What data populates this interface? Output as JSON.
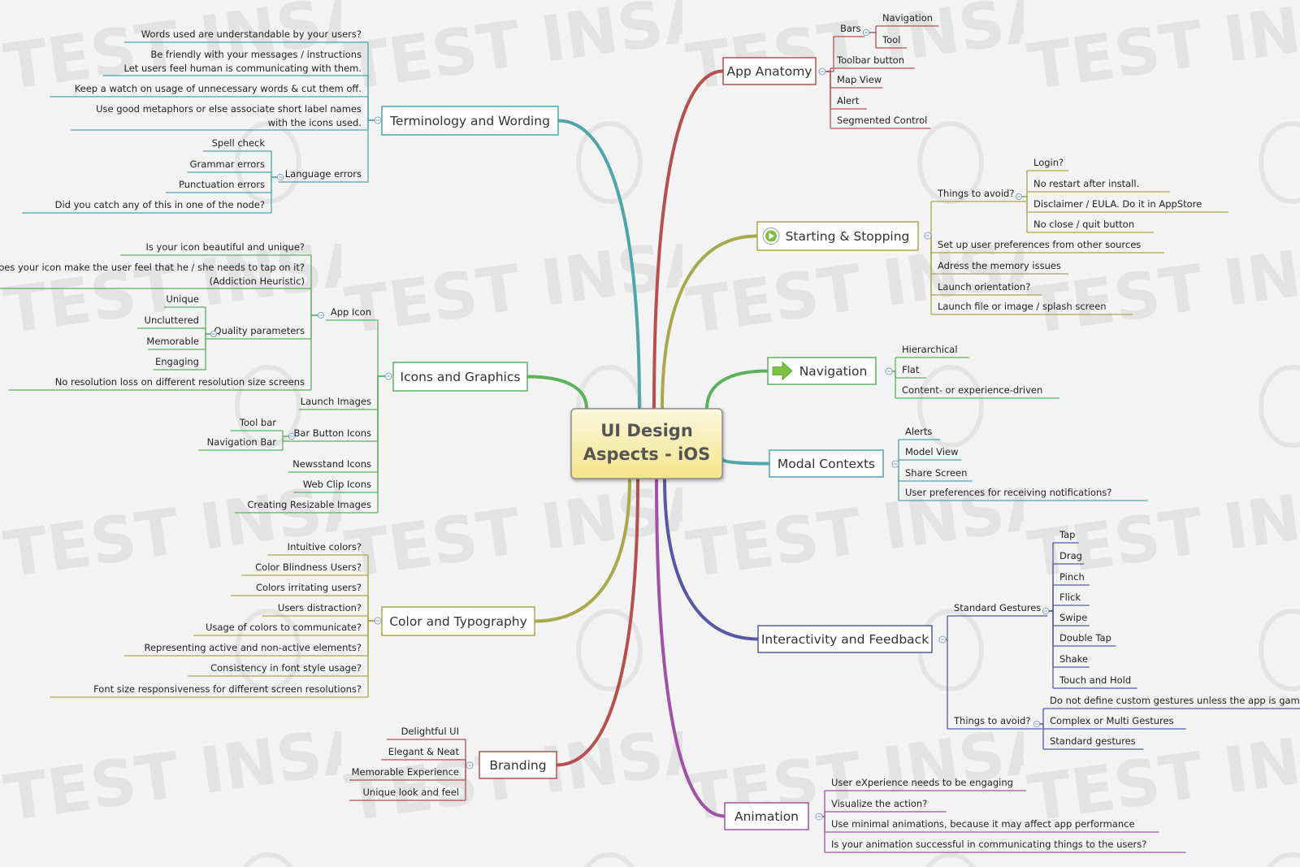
{
  "center": {
    "line1": "UI Design",
    "line2": "Aspects - iOS"
  },
  "branches": [
    {
      "id": "app-anatomy",
      "label": "App Anatomy",
      "color": "#b5504e",
      "children": [
        {
          "label": "Bars",
          "children": [
            {
              "label": "Navigation"
            },
            {
              "label": "Tool"
            }
          ]
        },
        {
          "label": "Toolbar button"
        },
        {
          "label": "Map View"
        },
        {
          "label": "Alert"
        },
        {
          "label": "Segmented Control"
        }
      ]
    },
    {
      "id": "starting-stopping",
      "label": "Starting & Stopping",
      "color": "#aaa84c",
      "icon": "play-icon",
      "children": [
        {
          "label": "Things to avoid?",
          "children": [
            {
              "label": "Login?"
            },
            {
              "label": "No restart after install."
            },
            {
              "label": "Disclaimer / EULA. Do it in AppStore"
            },
            {
              "label": "No close / quit button"
            }
          ]
        },
        {
          "label": "Set up user preferences from other sources"
        },
        {
          "label": "Adress the memory issues"
        },
        {
          "label": "Launch orientation?"
        },
        {
          "label": "Launch file or image / splash screen"
        }
      ]
    },
    {
      "id": "navigation",
      "label": "Navigation",
      "color": "#5cb15c",
      "icon": "arrow-right-icon",
      "children": [
        {
          "label": "Hierarchical"
        },
        {
          "label": "Flat"
        },
        {
          "label": "Content- or experience-driven"
        }
      ]
    },
    {
      "id": "modal-contexts",
      "label": "Modal Contexts",
      "color": "#4fa5aa",
      "children": [
        {
          "label": "Alerts"
        },
        {
          "label": "Model View"
        },
        {
          "label": "Share Screen"
        },
        {
          "label": "User preferences for receiving notifications?"
        }
      ]
    },
    {
      "id": "interactivity-feedback",
      "label": "Interactivity and Feedback",
      "color": "#5459a7",
      "children": [
        {
          "label": "Standard Gestures",
          "children": [
            {
              "label": "Tap"
            },
            {
              "label": "Drag"
            },
            {
              "label": "Pinch"
            },
            {
              "label": "Flick"
            },
            {
              "label": "Swipe"
            },
            {
              "label": "Double Tap"
            },
            {
              "label": "Shake"
            },
            {
              "label": "Touch and Hold"
            }
          ]
        },
        {
          "label": "Things to avoid?",
          "children": [
            {
              "label": "Do not define custom gestures unless the app is game"
            },
            {
              "label": "Complex or Multi Gestures"
            },
            {
              "label": "Standard gestures"
            }
          ]
        }
      ]
    },
    {
      "id": "animation",
      "label": "Animation",
      "color": "#a052a6",
      "children": [
        {
          "label": "User eXperience needs to be engaging"
        },
        {
          "label": "Visualize the action?"
        },
        {
          "label": "Use minimal animations, because it may affect app performance"
        },
        {
          "label": "Is your animation successful in communicating things to the users?"
        }
      ]
    },
    {
      "id": "terminology-wording",
      "label": "Terminology and Wording",
      "color": "#4fa5aa",
      "children": [
        {
          "label": "Words used are understandable by your users?"
        },
        {
          "label": "Be friendly with your messages / instructions",
          "label2": "Let users feel human is communicating with them."
        },
        {
          "label": "Keep a watch on usage of unnecessary words & cut them off."
        },
        {
          "label": "Use good metaphors or else associate short label names",
          "label2": "with the icons used."
        },
        {
          "label": "Language errors",
          "children": [
            {
              "label": "Spell check"
            },
            {
              "label": "Grammar errors"
            },
            {
              "label": "Punctuation errors"
            },
            {
              "label": "Did you catch any of this in one of the node?"
            }
          ]
        }
      ]
    },
    {
      "id": "icons-graphics",
      "label": "Icons and Graphics",
      "color": "#5cb15c",
      "children": [
        {
          "label": "App Icon",
          "children": [
            {
              "label": "Is your icon beautiful and unique?"
            },
            {
              "label": "Does your icon make the user feel that he / she needs to tap on it?",
              "label2": "(Addiction Heuristic)"
            },
            {
              "label": "Quality parameters",
              "children": [
                {
                  "label": "Unique"
                },
                {
                  "label": "Uncluttered"
                },
                {
                  "label": "Memorable"
                },
                {
                  "label": "Engaging"
                }
              ]
            },
            {
              "label": "No resolution loss on different resolution size screens"
            }
          ]
        },
        {
          "label": "Launch Images"
        },
        {
          "label": "Bar Button Icons",
          "children": [
            {
              "label": "Tool bar"
            },
            {
              "label": "Navigation Bar"
            }
          ]
        },
        {
          "label": "Newsstand Icons"
        },
        {
          "label": "Web Clip Icons"
        },
        {
          "label": "Creating Resizable Images"
        }
      ]
    },
    {
      "id": "color-typography",
      "label": "Color and Typography",
      "color": "#aaa84c",
      "children": [
        {
          "label": "Intuitive colors?"
        },
        {
          "label": "Color Blindness Users?"
        },
        {
          "label": "Colors irritating users?"
        },
        {
          "label": "Users distraction?"
        },
        {
          "label": "Usage of colors to communicate?"
        },
        {
          "label": "Representing active and non-active elements?"
        },
        {
          "label": "Consistency in font style usage?"
        },
        {
          "label": "Font size responsiveness for different screen resolutions?"
        }
      ]
    },
    {
      "id": "branding",
      "label": "Branding",
      "color": "#b5504e",
      "children": [
        {
          "label": "Delightful UI"
        },
        {
          "label": "Elegant & Neat"
        },
        {
          "label": "Memorable Experience"
        },
        {
          "label": "Unique look and feel"
        }
      ]
    }
  ]
}
